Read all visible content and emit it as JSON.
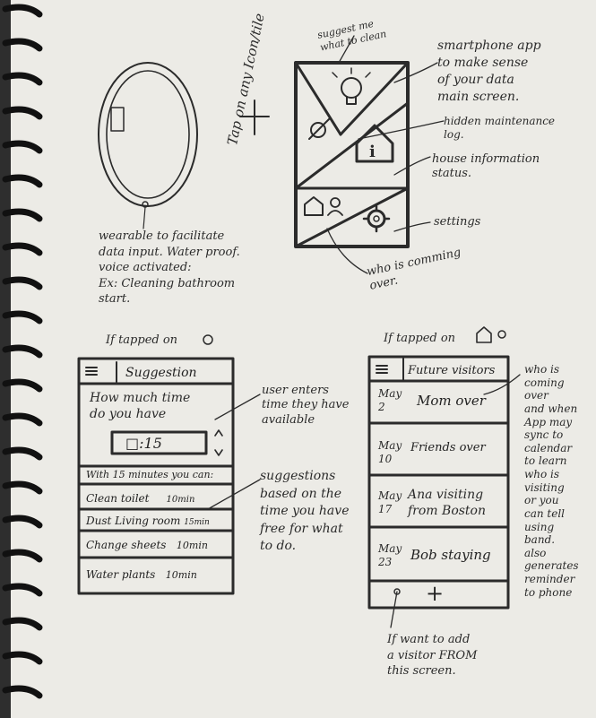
{
  "top": {
    "vertical_label": "Tap on any Icon/tile",
    "suggest_label": "suggest me\nwhat to clean",
    "app_desc": "smartphone app\nto make sense\nof your data\nmain screen.",
    "hidden_log": "hidden maintenance\nlog.",
    "house_info": "house information\nstatus.",
    "settings": "settings",
    "who_coming": "who is comming\nover.",
    "wearable": "wearable to facilitate\ndata input. Water proof.\nvoice activated:\nEx: Cleaning bathroom\n       start."
  },
  "suggestion_screen": {
    "tapped_label": "If tapped on",
    "title": "Suggestion",
    "question": "How much time\ndo you have",
    "time_value": "□:15",
    "with_label": "With 15 minutes you can:",
    "items": [
      {
        "label": "Clean toilet",
        "time": "10min"
      },
      {
        "label": "Dust Living room",
        "time": "15min"
      },
      {
        "label": "Change sheets",
        "time": "10min"
      },
      {
        "label": "Water plants",
        "time": "10min"
      }
    ],
    "note_user": "user enters\ntime they have\navailable",
    "note_suggest": "suggestions\nbased on the\ntime you have\nfree for what\nto do."
  },
  "visitors_screen": {
    "tapped_label": "If tapped on",
    "title": "Future visitors",
    "items": [
      {
        "date": "May\n2",
        "label": "Mom over"
      },
      {
        "date": "May\n10",
        "label": "Friends over"
      },
      {
        "date": "May\n17",
        "label": "Ana visiting\nfrom Boston"
      },
      {
        "date": "May\n23",
        "label": "Bob staying"
      }
    ],
    "add_symbol": "+",
    "side_note": "who is\ncoming\nover\nand when\nApp may\nsync to\ncalendar\nto learn\nwho is\nvisiting\nor you\ncan tell\nusing\nband.\nalso generates\nreminder\nto phone",
    "add_note": "If want to add\na visitor FROM\nthis screen."
  }
}
